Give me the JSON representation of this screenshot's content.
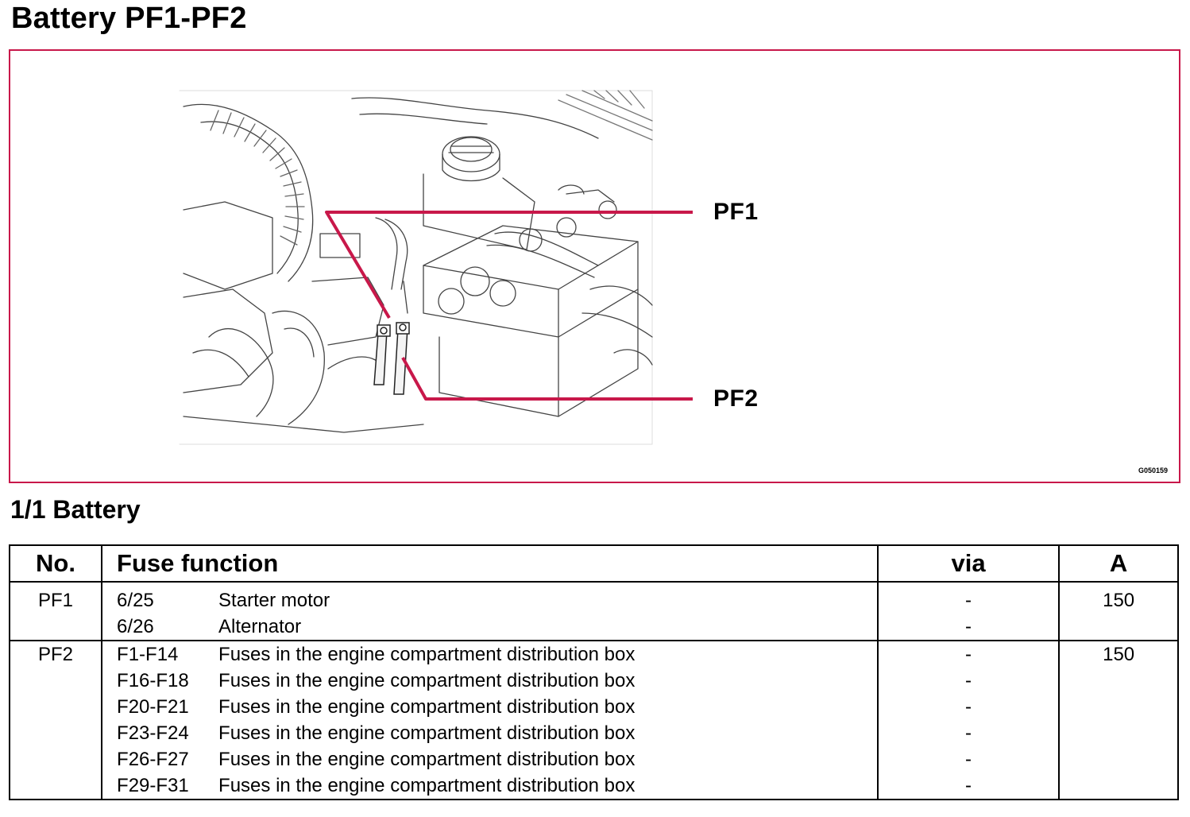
{
  "page_title": "Battery PF1-PF2",
  "figure": {
    "callouts": [
      "PF1",
      "PF2"
    ],
    "figure_id": "G050159"
  },
  "section_title": "1/1 Battery",
  "table": {
    "headers": {
      "no": "No.",
      "function": "Fuse function",
      "via": "via",
      "amps": "A"
    },
    "groups": [
      {
        "no": "PF1",
        "amps": "150",
        "rows": [
          {
            "code": "6/25",
            "description": "Starter motor",
            "via": "-"
          },
          {
            "code": "6/26",
            "description": "Alternator",
            "via": "-"
          }
        ]
      },
      {
        "no": "PF2",
        "amps": "150",
        "rows": [
          {
            "code": "F1-F14",
            "description": "Fuses in the engine compartment distribution box",
            "via": "-"
          },
          {
            "code": "F16-F18",
            "description": "Fuses in the engine compartment distribution box",
            "via": "-"
          },
          {
            "code": "F20-F21",
            "description": "Fuses in the engine compartment distribution box",
            "via": "-"
          },
          {
            "code": "F23-F24",
            "description": "Fuses in the engine compartment distribution box",
            "via": "-"
          },
          {
            "code": "F26-F27",
            "description": "Fuses in the engine compartment distribution box",
            "via": "-"
          },
          {
            "code": "F29-F31",
            "description": "Fuses in the engine compartment distribution box",
            "via": "-"
          }
        ]
      }
    ]
  },
  "colors": {
    "frame": "#c8184a"
  }
}
